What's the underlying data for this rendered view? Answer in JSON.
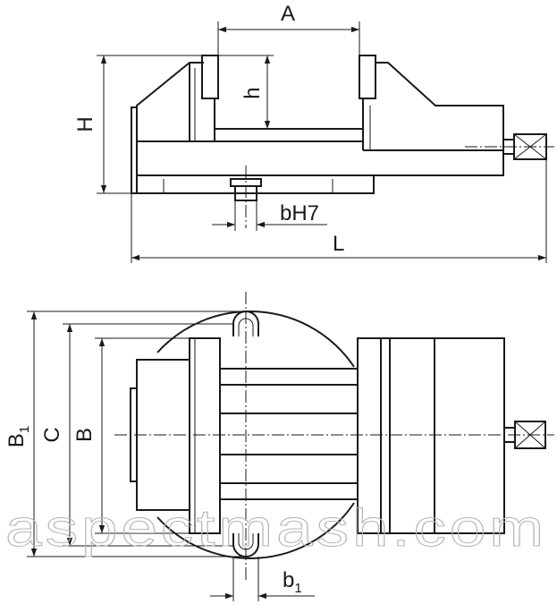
{
  "labels": {
    "A": "A",
    "h": "h",
    "H": "H",
    "bH7": "bH7",
    "L": "L",
    "B1_main": "B",
    "B1_sub": "1",
    "C": "C",
    "B": "B",
    "b1_main": "b",
    "b1_sub": "1"
  },
  "watermark": "aspectmash.com",
  "colors": {
    "line": "#1a1a1a",
    "watermark": "#b5b5b5",
    "background": "#ffffff"
  }
}
